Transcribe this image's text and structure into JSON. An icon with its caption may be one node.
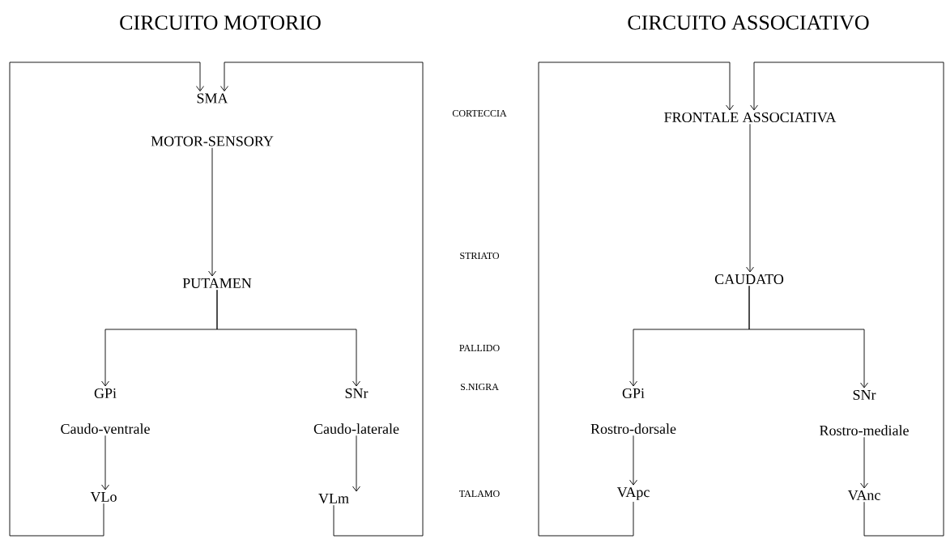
{
  "diagram": {
    "nodes": [
      {
        "text": [
          "SMA",
          "MOTOR-SENSORY"
        ]
      },
      {
        "text": [
          "PUTAMEN"
        ]
      },
      {
        "text": [
          "GPi",
          "Caudo-ventrale"
        ]
      },
      {
        "text": [
          "SNr",
          "Caudo-laterale"
        ]
      },
      {
        "text": [
          "VLo"
        ]
      },
      {
        "text": [
          "VLm"
        ]
      },
      {
        "text": [
          "FRONTALE ASSOCIATIVA"
        ]
      },
      {
        "text": [
          "CAUDATO"
        ]
      },
      {
        "text": [
          "GPi",
          "Rostro-dorsale"
        ]
      },
      {
        "text": [
          "SNr",
          "Rostro-mediale"
        ]
      },
      {
        "text": [
          "VApc"
        ]
      },
      {
        "text": [
          "VAnc"
        ]
      }
    ],
    "edges": [
      {
        "from": 0,
        "to": 1,
        "arrow": "to"
      },
      {
        "from": 1,
        "to": 2,
        "arrow": "to"
      },
      {
        "from": 1,
        "to": 3,
        "arrow": "to"
      },
      {
        "from": 2,
        "to": 4,
        "arrow": "to"
      },
      {
        "from": 3,
        "to": 5,
        "arrow": "to"
      },
      {
        "from": 4,
        "to": 0,
        "arrow": "to"
      },
      {
        "from": 5,
        "to": 0,
        "arrow": "to"
      },
      {
        "from": 6,
        "to": 7,
        "arrow": "to"
      },
      {
        "from": 7,
        "to": 8,
        "arrow": "to"
      },
      {
        "from": 7,
        "to": 9,
        "arrow": "to"
      },
      {
        "from": 8,
        "to": 10,
        "arrow": "to"
      },
      {
        "from": 9,
        "to": 11,
        "arrow": "to"
      },
      {
        "from": 10,
        "to": 6,
        "arrow": "to"
      },
      {
        "from": 11,
        "to": 6,
        "arrow": "to"
      }
    ],
    "labels": [
      "CIRCUITO MOTORIO",
      "CIRCUITO ASSOCIATIVO",
      "CORTECCIA",
      "STRIATO",
      "PALLIDO",
      "S.NIGRA",
      "TALAMO"
    ]
  }
}
